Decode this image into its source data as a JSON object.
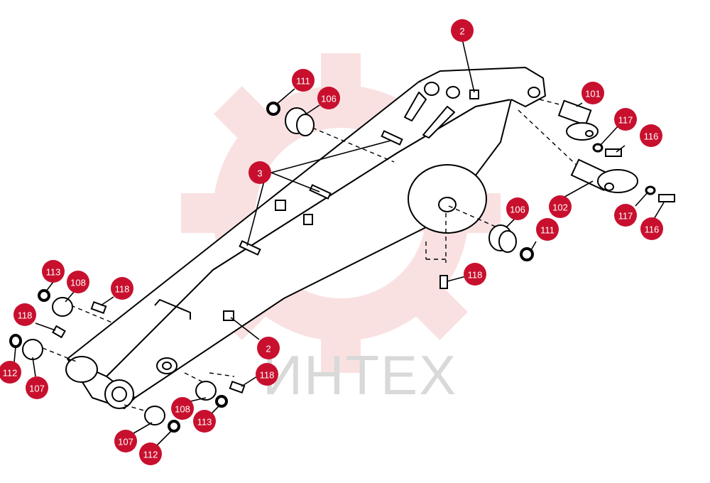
{
  "watermark": {
    "text": "ИНТЕХ",
    "gear_color": "#f6c9c9",
    "text_color": "#d9d9d9"
  },
  "colors": {
    "callout_fill": "#c8102e",
    "callout_text": "#ffffff",
    "line": "#000000"
  },
  "callouts": [
    {
      "id": "c-2-top",
      "label": "2"
    },
    {
      "id": "c-111-top",
      "label": "111"
    },
    {
      "id": "c-106-top",
      "label": "106"
    },
    {
      "id": "c-101",
      "label": "101"
    },
    {
      "id": "c-117-top",
      "label": "117"
    },
    {
      "id": "c-116-top",
      "label": "116"
    },
    {
      "id": "c-3",
      "label": "3"
    },
    {
      "id": "c-102",
      "label": "102"
    },
    {
      "id": "c-117-bot",
      "label": "117"
    },
    {
      "id": "c-116-bot",
      "label": "116"
    },
    {
      "id": "c-106-mid",
      "label": "106"
    },
    {
      "id": "c-111-mid",
      "label": "111"
    },
    {
      "id": "c-118-mid",
      "label": "118"
    },
    {
      "id": "c-113-left",
      "label": "113"
    },
    {
      "id": "c-108-left",
      "label": "108"
    },
    {
      "id": "c-118-left-top",
      "label": "118"
    },
    {
      "id": "c-118-left",
      "label": "118"
    },
    {
      "id": "c-112-left",
      "label": "112"
    },
    {
      "id": "c-107-left",
      "label": "107"
    },
    {
      "id": "c-2-bot",
      "label": "2"
    },
    {
      "id": "c-118-bot",
      "label": "118"
    },
    {
      "id": "c-108-bot",
      "label": "108"
    },
    {
      "id": "c-113-bot",
      "label": "113"
    },
    {
      "id": "c-107-bot",
      "label": "107"
    },
    {
      "id": "c-112-bot",
      "label": "112"
    }
  ]
}
